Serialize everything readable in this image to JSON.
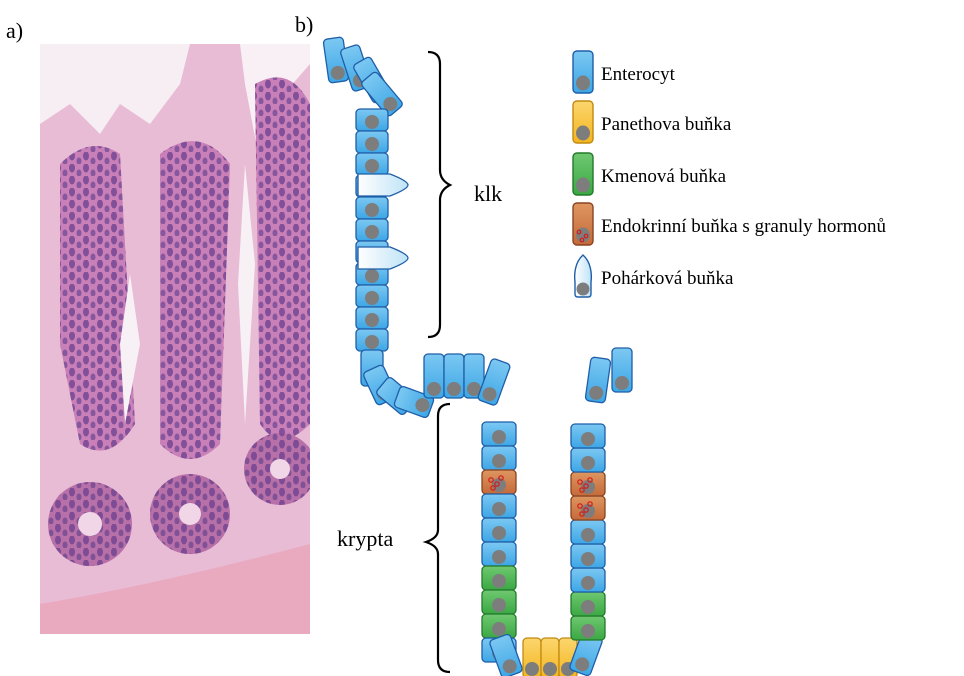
{
  "panels": {
    "a_label": "a)",
    "b_label": "b)"
  },
  "structures": {
    "villus_label": "klk",
    "crypt_label": "krypta"
  },
  "legend": {
    "items": [
      {
        "id": "enterocyte",
        "label": "Enterocyt",
        "color": "#3ca6e6",
        "color_light": "#7cc8f2"
      },
      {
        "id": "paneth",
        "label": "Panethova buňka",
        "color": "#f4b51e",
        "color_light": "#fbd66e"
      },
      {
        "id": "stem",
        "label": "Kmenová buňka",
        "color": "#3aa843",
        "color_light": "#6fc870"
      },
      {
        "id": "endocrine",
        "label": "Endokrinní buňka s granuly hormonů",
        "color": "#c46a3a",
        "color_light": "#de9660"
      },
      {
        "id": "goblet",
        "label": "Pohárková buňka",
        "color": "#ffffff",
        "color_light": "#bfe3f7"
      }
    ]
  },
  "colors": {
    "nucleus": "#7d7d7d",
    "outline": "#1f5ea8",
    "granule": "#d41b1b",
    "tissue_background": "#e6b8d2",
    "tissue_mucosa": "#c879b4",
    "tissue_nuclei": "#5b3c8a",
    "tissue_lumen": "#ffffff",
    "tissue_muscle": "#e7a3b9"
  }
}
